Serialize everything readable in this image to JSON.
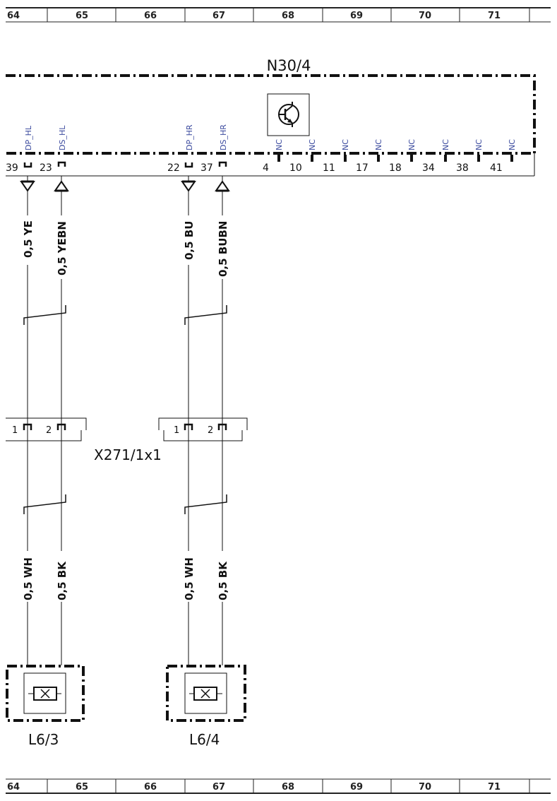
{
  "ruler": [
    "64",
    "65",
    "66",
    "67",
    "68",
    "69",
    "70",
    "71"
  ],
  "module": {
    "name": "N30/4",
    "active_pins": [
      {
        "number": "39",
        "signal": "DP_HL"
      },
      {
        "number": "23",
        "signal": "DS_HL"
      },
      {
        "number": "22",
        "signal": "DP_HR"
      },
      {
        "number": "37",
        "signal": "DS_HR"
      }
    ],
    "nc_pins": [
      {
        "number": "4",
        "signal": "NC"
      },
      {
        "number": "10",
        "signal": "NC"
      },
      {
        "number": "11",
        "signal": "NC"
      },
      {
        "number": "17",
        "signal": "NC"
      },
      {
        "number": "18",
        "signal": "NC"
      },
      {
        "number": "34",
        "signal": "NC"
      },
      {
        "number": "38",
        "signal": "NC"
      },
      {
        "number": "41",
        "signal": "NC"
      }
    ]
  },
  "wires_upper": [
    "0,5 YE",
    "0,5 YEBN",
    "0,5 BU",
    "0,5 BUBN"
  ],
  "connector": {
    "name": "X271/1x1",
    "left_pins": [
      "1",
      "2"
    ],
    "right_pins": [
      "1",
      "2"
    ]
  },
  "wires_lower": [
    "0,5 WH",
    "0,5 BK",
    "0,5 WH",
    "0,5 BK"
  ],
  "components": [
    "L6/3",
    "L6/4"
  ]
}
